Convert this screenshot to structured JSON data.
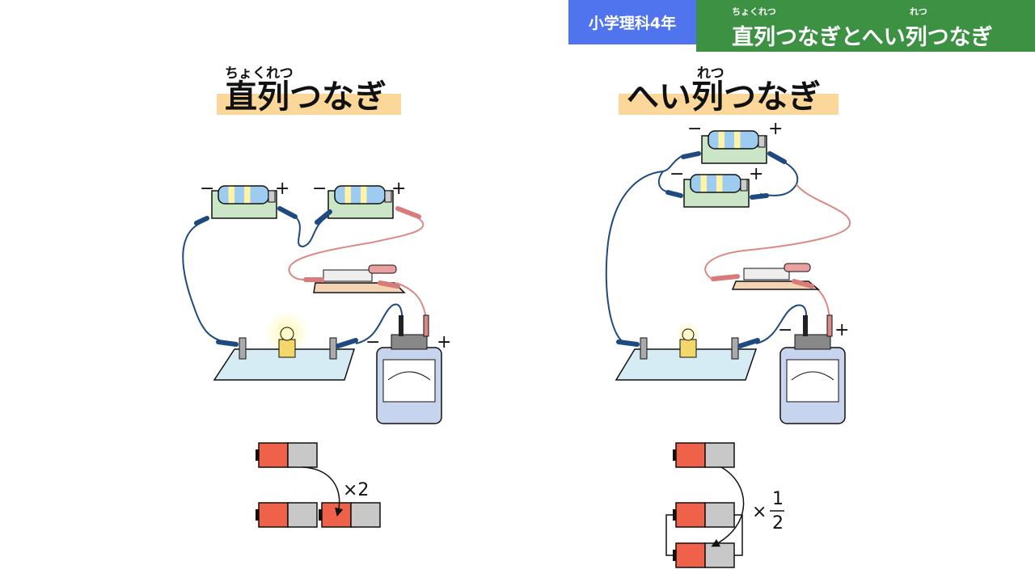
{
  "header": {
    "grade_label": "小学理科4年",
    "topic_label": "直列つなぎとへい列つなぎ",
    "topic_ruby_1": "ちょくれつ",
    "topic_ruby_2": "れつ"
  },
  "series": {
    "title": "直列つなぎ",
    "ruby": "ちょくれつ",
    "minus": "−",
    "plus": "+",
    "multiplier": "×2"
  },
  "parallel": {
    "title": "へい列つなぎ",
    "ruby": "れつ",
    "minus": "−",
    "plus": "+",
    "multiplier_prefix": "×",
    "multiplier_num": "1",
    "multiplier_den": "2"
  },
  "colors": {
    "grade_tag": "#4f74ee",
    "topic_tag": "#3c9242",
    "title_highlight": "#fbd89a",
    "wire_blue": "#1f4a80",
    "wire_red": "#d98a86",
    "battery_charge": "#f0614a",
    "battery_empty": "#c8c8c8"
  }
}
